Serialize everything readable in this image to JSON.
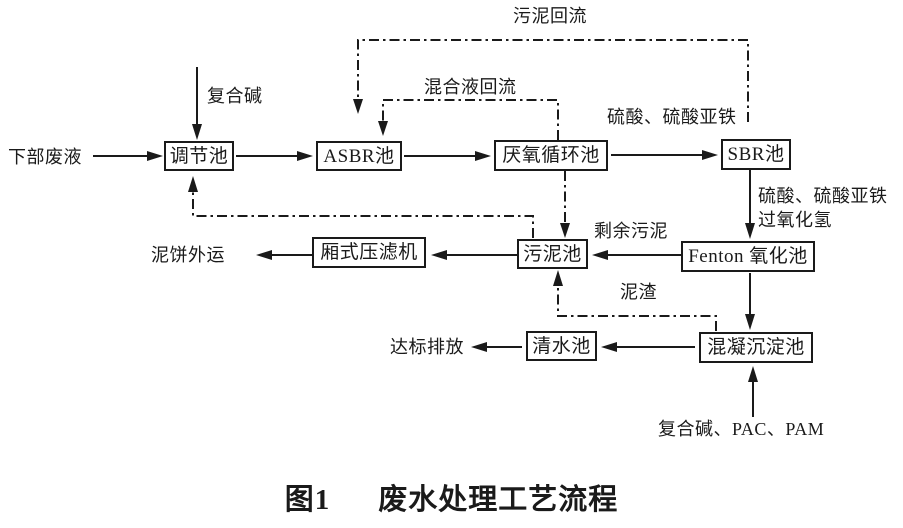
{
  "figure_caption": {
    "prefix": "图1",
    "title": "废水处理工艺流程"
  },
  "nodes": [
    {
      "id": "regulating-tank",
      "label": "调节池"
    },
    {
      "id": "asbr-tank",
      "label": "ASBR池"
    },
    {
      "id": "anaerobic-circulation-tank",
      "label": "厌氧循环池"
    },
    {
      "id": "sbr-tank",
      "label": "SBR池"
    },
    {
      "id": "fenton-oxidation-tank",
      "label": "Fenton 氧化池"
    },
    {
      "id": "sludge-tank",
      "label": "污泥池"
    },
    {
      "id": "chamber-filter-press",
      "label": "厢式压滤机"
    },
    {
      "id": "coagulation-sedimentation-tank",
      "label": "混凝沉淀池"
    },
    {
      "id": "clear-water-tank",
      "label": "清水池"
    }
  ],
  "labels": [
    {
      "id": "influent",
      "text": "下部废液"
    },
    {
      "id": "compound-alkali",
      "text": "复合碱"
    },
    {
      "id": "sludge-reflux",
      "text": "污泥回流"
    },
    {
      "id": "mixed-liquor-reflux",
      "text": "混合液回流"
    },
    {
      "id": "sulfuric-acid-ferrous-sulfate-1",
      "text": "硫酸、硫酸亚铁"
    },
    {
      "id": "sulfuric-acid-ferrous-sulfate-2",
      "text": "硫酸、硫酸亚铁"
    },
    {
      "id": "hydrogen-peroxide",
      "text": "过氧化氢"
    },
    {
      "id": "excess-sludge",
      "text": "剩余污泥"
    },
    {
      "id": "sludge-residue",
      "text": "泥渣"
    },
    {
      "id": "sludge-cake-outbound",
      "text": "泥饼外运"
    },
    {
      "id": "standard-discharge",
      "text": "达标排放"
    },
    {
      "id": "compound-alkali-pac-pam",
      "text": "复合碱、PAC、PAM"
    }
  ],
  "edges": [
    {
      "from": "influent",
      "to": "regulating-tank",
      "style": "solid"
    },
    {
      "from": "compound-alkali",
      "to": "regulating-tank",
      "style": "solid"
    },
    {
      "from": "regulating-tank",
      "to": "asbr-tank",
      "style": "solid"
    },
    {
      "from": "asbr-tank",
      "to": "anaerobic-circulation-tank",
      "style": "solid"
    },
    {
      "from": "anaerobic-circulation-tank",
      "to": "sbr-tank",
      "style": "solid",
      "label": "硫酸、硫酸亚铁"
    },
    {
      "from": "sbr-tank",
      "to": "fenton-oxidation-tank",
      "style": "solid",
      "label": "硫酸、硫酸亚铁 过氧化氢"
    },
    {
      "from": "fenton-oxidation-tank",
      "to": "sludge-tank",
      "style": "solid",
      "label": "剩余污泥"
    },
    {
      "from": "fenton-oxidation-tank",
      "to": "coagulation-sedimentation-tank",
      "style": "solid"
    },
    {
      "from": "sludge-tank",
      "to": "chamber-filter-press",
      "style": "solid"
    },
    {
      "from": "chamber-filter-press",
      "to": "sludge-cake-outbound",
      "style": "solid"
    },
    {
      "from": "coagulation-sedimentation-tank",
      "to": "clear-water-tank",
      "style": "solid"
    },
    {
      "from": "clear-water-tank",
      "to": "standard-discharge",
      "style": "solid"
    },
    {
      "from": "compound-alkali-pac-pam",
      "to": "coagulation-sedimentation-tank",
      "style": "solid"
    },
    {
      "from": "sbr-tank",
      "to": "asbr-tank",
      "style": "dashdot",
      "label": "污泥回流"
    },
    {
      "from": "anaerobic-circulation-tank",
      "to": "asbr-tank",
      "style": "dashdot",
      "label": "混合液回流"
    },
    {
      "from": "anaerobic-circulation-tank",
      "to": "sludge-tank",
      "style": "dashdot"
    },
    {
      "from": "sludge-tank",
      "to": "regulating-tank",
      "style": "dashdot"
    },
    {
      "from": "coagulation-sedimentation-tank",
      "to": "sludge-tank",
      "style": "dashdot",
      "label": "泥渣"
    }
  ],
  "colors": {
    "background": "#ffffff",
    "line": "#1a1a1a",
    "text": "#1a1a1a"
  }
}
